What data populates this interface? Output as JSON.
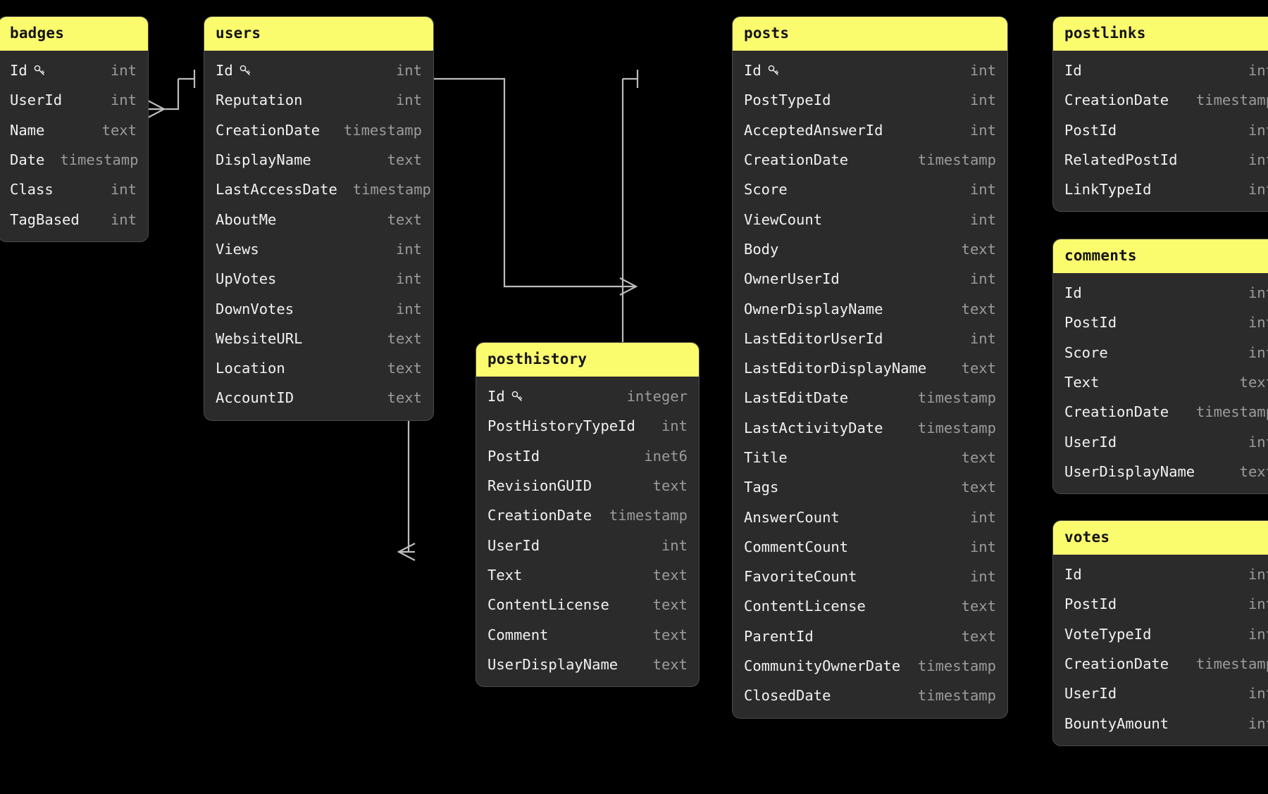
{
  "diagram": {
    "type": "entity-relationship-diagram",
    "background_color": "#000000",
    "header_color": "#fbfb6e",
    "card_color": "#2b2b2b",
    "field_text_color": "#f2f2f2",
    "type_text_color": "#9b9b9b",
    "connector_color": "#bdbdbd",
    "pk_icon": "key-icon"
  },
  "tables": [
    {
      "name": "badges",
      "columns": [
        {
          "name": "Id",
          "type": "int",
          "pk": true
        },
        {
          "name": "UserId",
          "type": "int",
          "pk": false
        },
        {
          "name": "Name",
          "type": "text",
          "pk": false
        },
        {
          "name": "Date",
          "type": "timestamp",
          "pk": false
        },
        {
          "name": "Class",
          "type": "int",
          "pk": false
        },
        {
          "name": "TagBased",
          "type": "int",
          "pk": false
        }
      ]
    },
    {
      "name": "users",
      "columns": [
        {
          "name": "Id",
          "type": "int",
          "pk": true
        },
        {
          "name": "Reputation",
          "type": "int",
          "pk": false
        },
        {
          "name": "CreationDate",
          "type": "timestamp",
          "pk": false
        },
        {
          "name": "DisplayName",
          "type": "text",
          "pk": false
        },
        {
          "name": "LastAccessDate",
          "type": "timestamp",
          "pk": false
        },
        {
          "name": "AboutMe",
          "type": "text",
          "pk": false
        },
        {
          "name": "Views",
          "type": "int",
          "pk": false
        },
        {
          "name": "UpVotes",
          "type": "int",
          "pk": false
        },
        {
          "name": "DownVotes",
          "type": "int",
          "pk": false
        },
        {
          "name": "WebsiteURL",
          "type": "text",
          "pk": false
        },
        {
          "name": "Location",
          "type": "text",
          "pk": false
        },
        {
          "name": "AccountID",
          "type": "text",
          "pk": false
        }
      ]
    },
    {
      "name": "posthistory",
      "columns": [
        {
          "name": "Id",
          "type": "integer",
          "pk": true
        },
        {
          "name": "PostHistoryTypeId",
          "type": "int",
          "pk": false
        },
        {
          "name": "PostId",
          "type": "inet6",
          "pk": false
        },
        {
          "name": "RevisionGUID",
          "type": "text",
          "pk": false
        },
        {
          "name": "CreationDate",
          "type": "timestamp",
          "pk": false
        },
        {
          "name": "UserId",
          "type": "int",
          "pk": false
        },
        {
          "name": "Text",
          "type": "text",
          "pk": false
        },
        {
          "name": "ContentLicense",
          "type": "text",
          "pk": false
        },
        {
          "name": "Comment",
          "type": "text",
          "pk": false
        },
        {
          "name": "UserDisplayName",
          "type": "text",
          "pk": false
        }
      ]
    },
    {
      "name": "posts",
      "columns": [
        {
          "name": "Id",
          "type": "int",
          "pk": true
        },
        {
          "name": "PostTypeId",
          "type": "int",
          "pk": false
        },
        {
          "name": "AcceptedAnswerId",
          "type": "int",
          "pk": false
        },
        {
          "name": "CreationDate",
          "type": "timestamp",
          "pk": false
        },
        {
          "name": "Score",
          "type": "int",
          "pk": false
        },
        {
          "name": "ViewCount",
          "type": "int",
          "pk": false
        },
        {
          "name": "Body",
          "type": "text",
          "pk": false
        },
        {
          "name": "OwnerUserId",
          "type": "int",
          "pk": false
        },
        {
          "name": "OwnerDisplayName",
          "type": "text",
          "pk": false
        },
        {
          "name": "LastEditorUserId",
          "type": "int",
          "pk": false
        },
        {
          "name": "LastEditorDisplayName",
          "type": "text",
          "pk": false
        },
        {
          "name": "LastEditDate",
          "type": "timestamp",
          "pk": false
        },
        {
          "name": "LastActivityDate",
          "type": "timestamp",
          "pk": false
        },
        {
          "name": "Title",
          "type": "text",
          "pk": false
        },
        {
          "name": "Tags",
          "type": "text",
          "pk": false
        },
        {
          "name": "AnswerCount",
          "type": "int",
          "pk": false
        },
        {
          "name": "CommentCount",
          "type": "int",
          "pk": false
        },
        {
          "name": "FavoriteCount",
          "type": "int",
          "pk": false
        },
        {
          "name": "ContentLicense",
          "type": "text",
          "pk": false
        },
        {
          "name": "ParentId",
          "type": "text",
          "pk": false
        },
        {
          "name": "CommunityOwnerDate",
          "type": "timestamp",
          "pk": false
        },
        {
          "name": "ClosedDate",
          "type": "timestamp",
          "pk": false
        }
      ]
    },
    {
      "name": "postlinks",
      "columns": [
        {
          "name": "Id",
          "type": "int",
          "pk": false
        },
        {
          "name": "CreationDate",
          "type": "timestamp",
          "pk": false
        },
        {
          "name": "PostId",
          "type": "int",
          "pk": false
        },
        {
          "name": "RelatedPostId",
          "type": "int",
          "pk": false
        },
        {
          "name": "LinkTypeId",
          "type": "int",
          "pk": false
        }
      ]
    },
    {
      "name": "comments",
      "columns": [
        {
          "name": "Id",
          "type": "int",
          "pk": false
        },
        {
          "name": "PostId",
          "type": "int",
          "pk": false
        },
        {
          "name": "Score",
          "type": "int",
          "pk": false
        },
        {
          "name": "Text",
          "type": "text",
          "pk": false
        },
        {
          "name": "CreationDate",
          "type": "timestamp",
          "pk": false
        },
        {
          "name": "UserId",
          "type": "int",
          "pk": false
        },
        {
          "name": "UserDisplayName",
          "type": "text",
          "pk": false
        }
      ]
    },
    {
      "name": "votes",
      "columns": [
        {
          "name": "Id",
          "type": "int",
          "pk": false
        },
        {
          "name": "PostId",
          "type": "int",
          "pk": false
        },
        {
          "name": "VoteTypeId",
          "type": "int",
          "pk": false
        },
        {
          "name": "CreationDate",
          "type": "timestamp",
          "pk": false
        },
        {
          "name": "UserId",
          "type": "int",
          "pk": false
        },
        {
          "name": "BountyAmount",
          "type": "int",
          "pk": false
        }
      ]
    }
  ],
  "relationships": [
    {
      "from_table": "users",
      "from_column": "Id",
      "to_table": "badges",
      "to_column": "UserId",
      "cardinality": "one-to-many"
    },
    {
      "from_table": "users",
      "from_column": "Id",
      "to_table": "posts",
      "to_column": "OwnerUserId",
      "cardinality": "one-to-many"
    },
    {
      "from_table": "users",
      "from_column": "Id",
      "to_table": "posthistory",
      "to_column": "UserId",
      "cardinality": "one-to-many"
    },
    {
      "from_table": "posts",
      "from_column": "Id",
      "to_table": "posthistory",
      "to_column": "PostId",
      "cardinality": "one-to-many"
    },
    {
      "from_table": "posts",
      "from_column": "Id",
      "to_table": "postlinks",
      "to_column": "PostId",
      "cardinality": "one-to-many"
    },
    {
      "from_table": "posts",
      "from_column": "Id",
      "to_table": "postlinks",
      "to_column": "RelatedPostId",
      "cardinality": "one-to-many"
    },
    {
      "from_table": "posts",
      "from_column": "Id",
      "to_table": "comments",
      "to_column": "PostId",
      "cardinality": "one-to-many"
    },
    {
      "from_table": "posts",
      "from_column": "Id",
      "to_table": "votes",
      "to_column": "PostId",
      "cardinality": "one-to-many"
    }
  ]
}
